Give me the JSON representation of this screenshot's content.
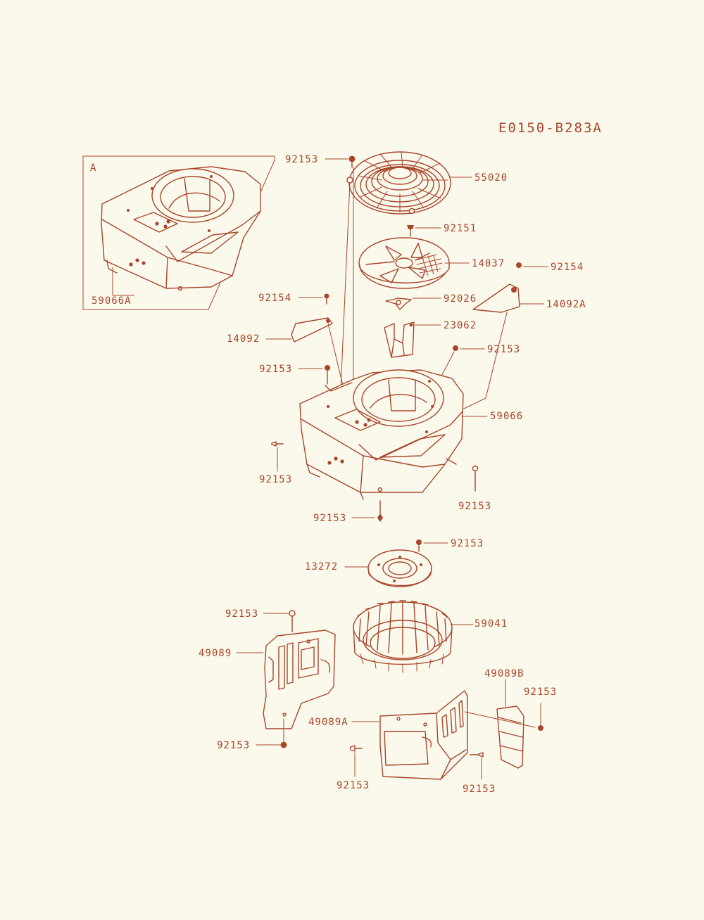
{
  "diagram_code": "E0150-B283A",
  "inset_letter": "A",
  "colors": {
    "ink": "#a8462a",
    "paper": "#fbf9ec"
  },
  "parts": {
    "p55020": "55020",
    "p92151": "92151",
    "p14037": "14037",
    "p92154": "92154",
    "p14092A": "14092A",
    "p92026": "92026",
    "p23062": "23062",
    "p14092": "14092",
    "p92153": "92153",
    "p59066": "59066",
    "p59066A": "59066A",
    "p13272": "13272",
    "p59041": "59041",
    "p49089": "49089",
    "p49089A": "49089A",
    "p49089B": "49089B"
  }
}
